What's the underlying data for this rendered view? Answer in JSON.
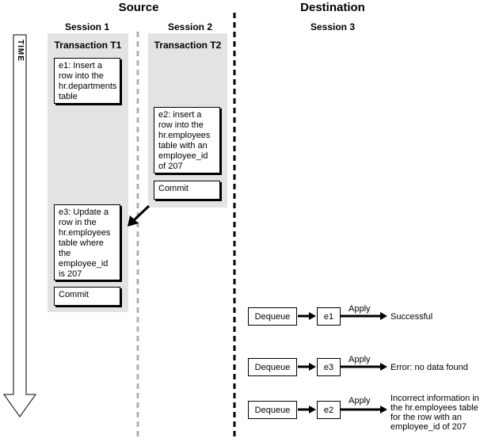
{
  "headers": {
    "source": "Source",
    "destination": "Destination"
  },
  "sessions": {
    "s1": "Session 1",
    "s2": "Session 2",
    "s3": "Session 3"
  },
  "time_label": "TIME",
  "transactions": {
    "t1": "Transaction T1",
    "t2": "Transaction T2"
  },
  "events": {
    "e1": "e1: Insert a row into the hr.departments table",
    "e2": "e2: insert a row into the hr.employees table with an employee_id of 207",
    "e3": "e3: Update a row in the hr.employees table where the employee_id is 207",
    "commit_t1": "Commit",
    "commit_t2": "Commit"
  },
  "apply_rows": [
    {
      "dequeue": "Dequeue",
      "event": "e1",
      "apply": "Apply",
      "result": "Successful"
    },
    {
      "dequeue": "Dequeue",
      "event": "e3",
      "apply": "Apply",
      "result": "Error: no data found"
    },
    {
      "dequeue": "Dequeue",
      "event": "e2",
      "apply": "Apply",
      "result": "Incorrect information in the hr.employees table for the row with an employee_id of 207"
    }
  ]
}
